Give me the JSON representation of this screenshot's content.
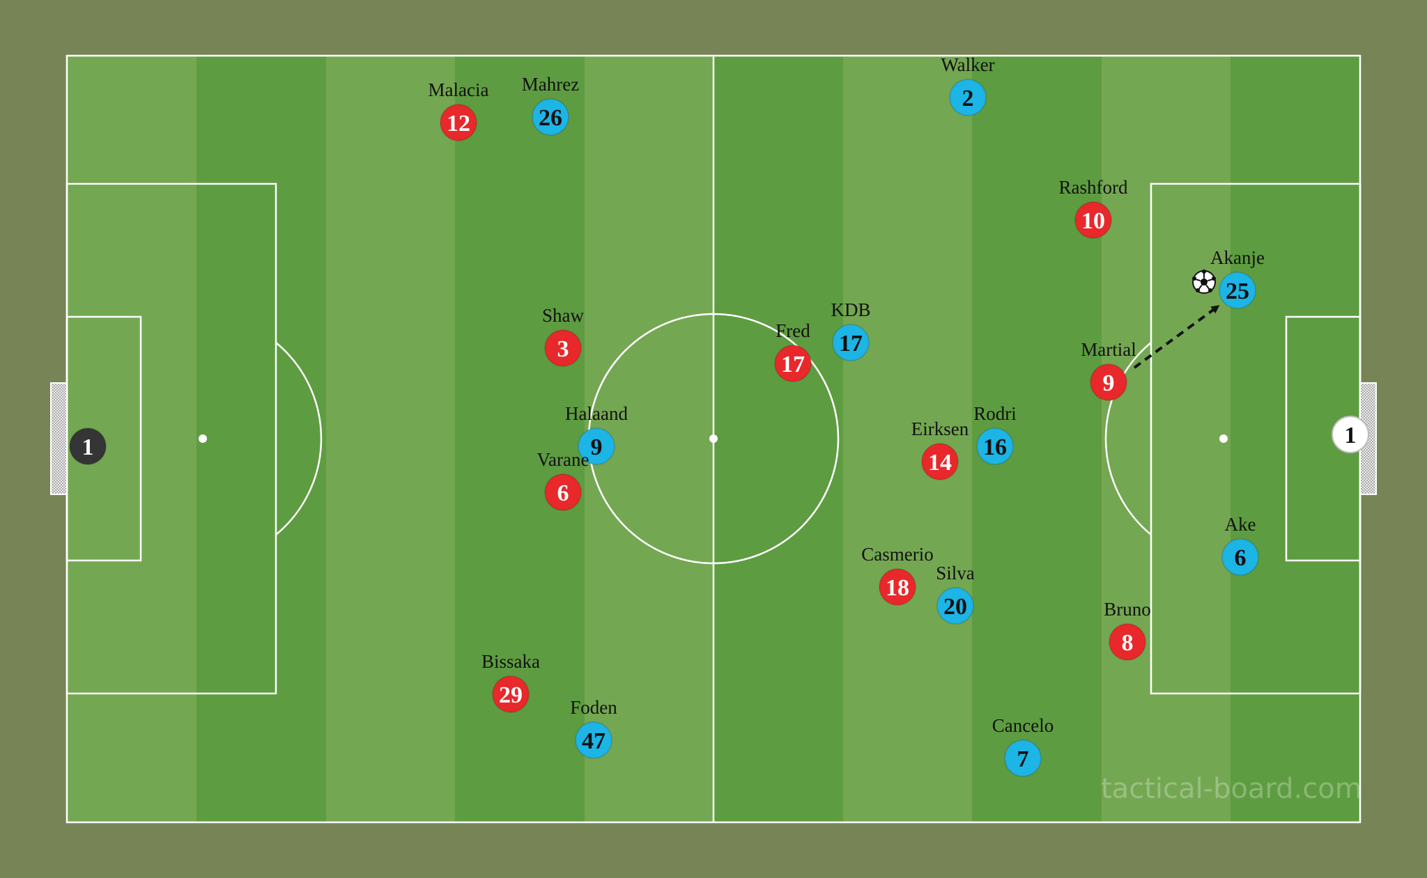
{
  "watermark": "tactical-board.com",
  "colors": {
    "background": "#778456",
    "stripe_light": "#74a752",
    "stripe_dark": "#5e9c41",
    "lines": "#ffffff",
    "team_red": "#e8282b",
    "team_blue": "#1db4e6",
    "gk_dark": "#353535",
    "gk_light": "#ffffff"
  },
  "goalkeepers": [
    {
      "id": "gk-left",
      "number": "1",
      "team": "dark"
    },
    {
      "id": "gk-right",
      "number": "1",
      "team": "light"
    }
  ],
  "players": [
    {
      "id": "malacia",
      "name": "Malacia",
      "number": "12",
      "team": "red"
    },
    {
      "id": "mahrez",
      "name": "Mahrez",
      "number": "26",
      "team": "blue"
    },
    {
      "id": "walker",
      "name": "Walker",
      "number": "2",
      "team": "blue"
    },
    {
      "id": "rashford",
      "name": "Rashford",
      "number": "10",
      "team": "red"
    },
    {
      "id": "akanje",
      "name": "Akanje",
      "number": "25",
      "team": "blue"
    },
    {
      "id": "shaw",
      "name": "Shaw",
      "number": "3",
      "team": "red"
    },
    {
      "id": "fred",
      "name": "Fred",
      "number": "17",
      "team": "red"
    },
    {
      "id": "kdb",
      "name": "KDB",
      "number": "17",
      "team": "blue"
    },
    {
      "id": "martial",
      "name": "Martial",
      "number": "9",
      "team": "red"
    },
    {
      "id": "halaand",
      "name": "Halaand",
      "number": "9",
      "team": "blue"
    },
    {
      "id": "varane",
      "name": "Varane",
      "number": "6",
      "team": "red"
    },
    {
      "id": "eirksen",
      "name": "Eirksen",
      "number": "14",
      "team": "red"
    },
    {
      "id": "rodri",
      "name": "Rodri",
      "number": "16",
      "team": "blue"
    },
    {
      "id": "ake",
      "name": "Ake",
      "number": "6",
      "team": "blue"
    },
    {
      "id": "casmerio",
      "name": "Casmerio",
      "number": "18",
      "team": "red"
    },
    {
      "id": "silva",
      "name": "Silva",
      "number": "20",
      "team": "blue"
    },
    {
      "id": "bruno",
      "name": "Bruno",
      "number": "8",
      "team": "red"
    },
    {
      "id": "bissaka",
      "name": "Bissaka",
      "number": "29",
      "team": "red"
    },
    {
      "id": "foden",
      "name": "Foden",
      "number": "47",
      "team": "blue"
    },
    {
      "id": "cancelo",
      "name": "Cancelo",
      "number": "7",
      "team": "blue"
    }
  ],
  "ball": {
    "icon": "soccer-ball-icon",
    "holder": "akanje"
  },
  "arrows": [
    {
      "from": "martial",
      "to": "akanje",
      "style": "dashed"
    }
  ]
}
